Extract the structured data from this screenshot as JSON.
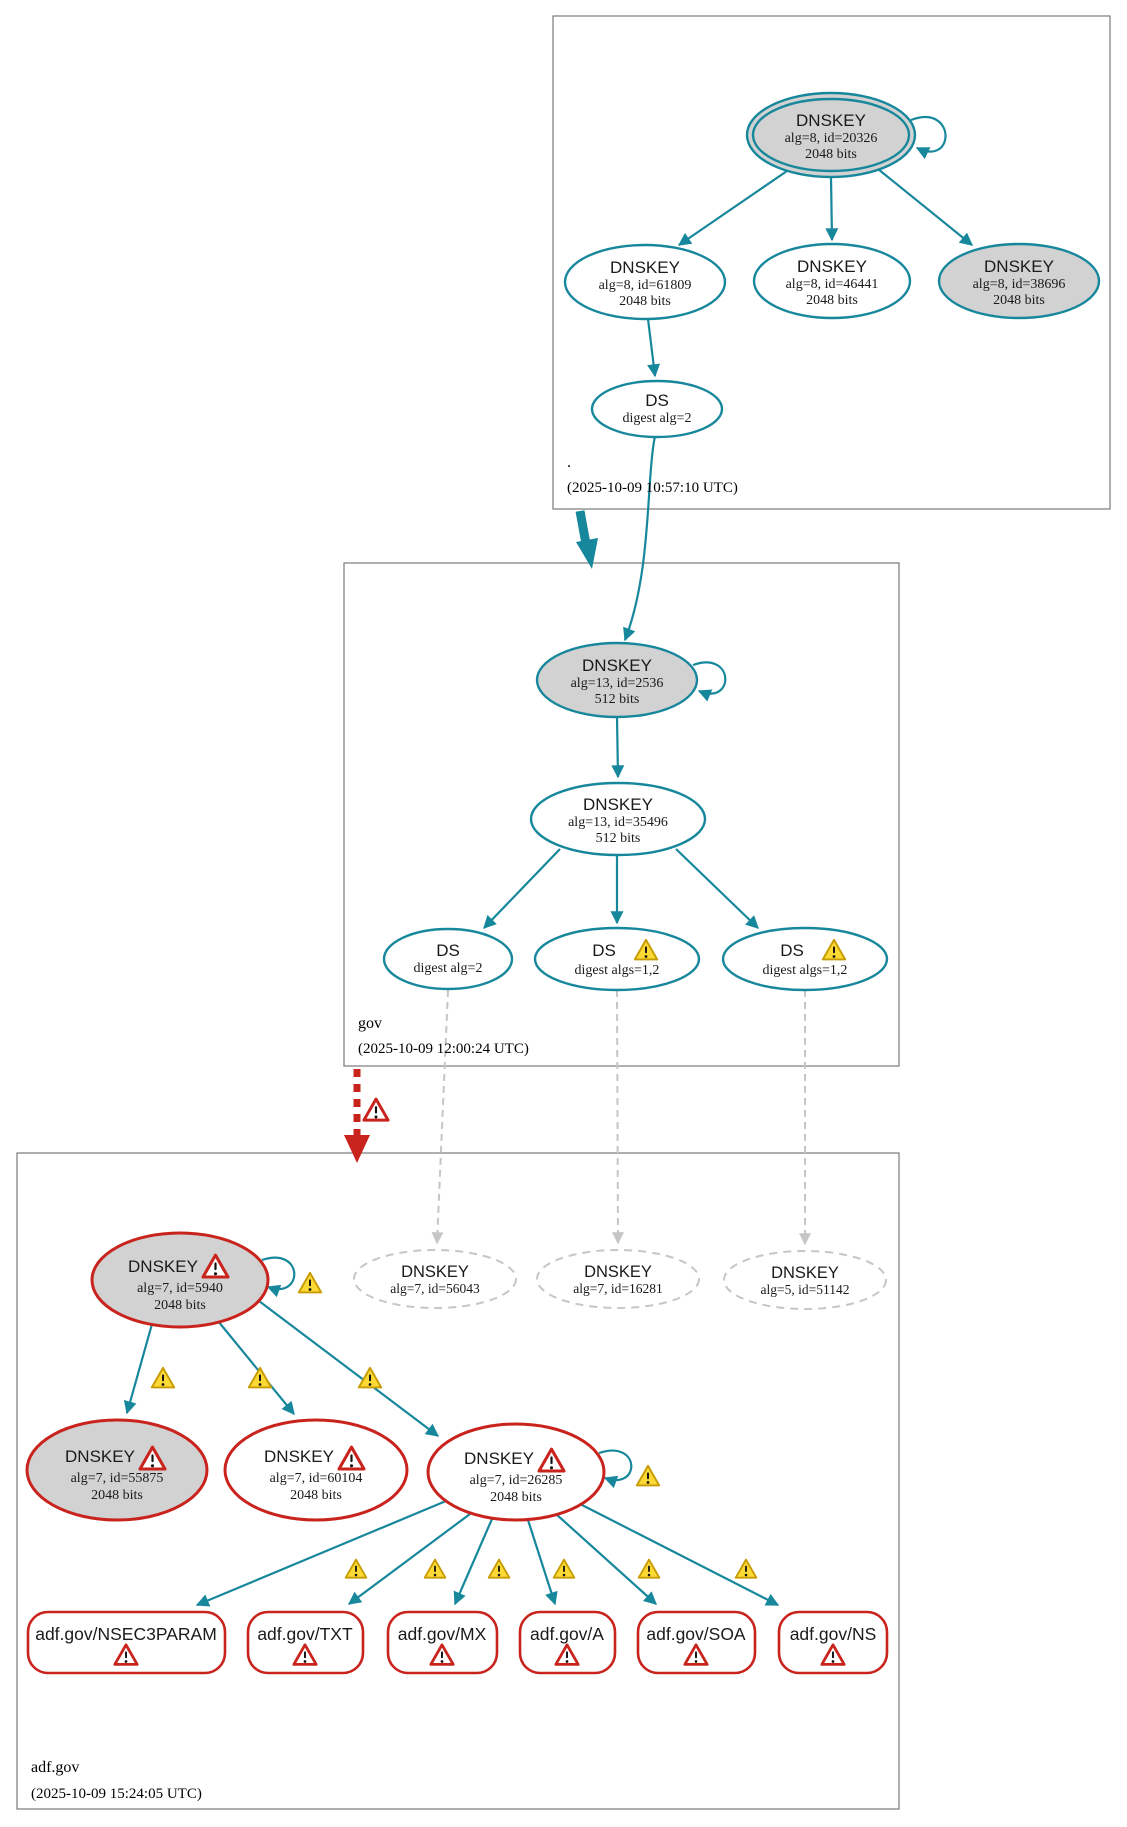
{
  "colors": {
    "teal": "#17879c",
    "red": "#c9231d",
    "gray_fill": "#d2d2d2",
    "warning_yellow": "#fcd935",
    "warning_border": "#c79b02",
    "dashed_gray": "#c6c6c6",
    "box_border": "#7a7a7a"
  },
  "zones": {
    "root": {
      "label": ".",
      "timestamp": "(2025-10-09 10:57:10 UTC)",
      "nodes": {
        "ksk": {
          "title": "DNSKEY",
          "detail1": "alg=8, id=20326",
          "detail2": "2048 bits"
        },
        "zsk1": {
          "title": "DNSKEY",
          "detail1": "alg=8, id=61809",
          "detail2": "2048 bits"
        },
        "zsk2": {
          "title": "DNSKEY",
          "detail1": "alg=8, id=46441",
          "detail2": "2048 bits"
        },
        "zsk3": {
          "title": "DNSKEY",
          "detail1": "alg=8, id=38696",
          "detail2": "2048 bits"
        },
        "ds": {
          "title": "DS",
          "detail1": "digest alg=2"
        }
      }
    },
    "gov": {
      "label": "gov",
      "timestamp": "(2025-10-09 12:00:24 UTC)",
      "nodes": {
        "ksk": {
          "title": "DNSKEY",
          "detail1": "alg=13, id=2536",
          "detail2": "512 bits"
        },
        "zsk": {
          "title": "DNSKEY",
          "detail1": "alg=13, id=35496",
          "detail2": "512 bits"
        },
        "ds1": {
          "title": "DS",
          "detail1": "digest alg=2"
        },
        "ds2": {
          "title": "DS",
          "detail1": "digest algs=1,2"
        },
        "ds3": {
          "title": "DS",
          "detail1": "digest algs=1,2"
        }
      }
    },
    "adf": {
      "label": "adf.gov",
      "timestamp": "(2025-10-09 15:24:05 UTC)",
      "nodes": {
        "ksk": {
          "title": "DNSKEY",
          "detail1": "alg=7, id=5940",
          "detail2": "2048 bits"
        },
        "ghost1": {
          "title": "DNSKEY",
          "detail1": "alg=7, id=56043"
        },
        "ghost2": {
          "title": "DNSKEY",
          "detail1": "alg=7, id=16281"
        },
        "ghost3": {
          "title": "DNSKEY",
          "detail1": "alg=5, id=51142"
        },
        "key55875": {
          "title": "DNSKEY",
          "detail1": "alg=7, id=55875",
          "detail2": "2048 bits"
        },
        "key60104": {
          "title": "DNSKEY",
          "detail1": "alg=7, id=60104",
          "detail2": "2048 bits"
        },
        "key26285": {
          "title": "DNSKEY",
          "detail1": "alg=7, id=26285",
          "detail2": "2048 bits"
        }
      },
      "rrsets": {
        "nsec3param": {
          "name": "adf.gov/NSEC3PARAM"
        },
        "txt": {
          "name": "adf.gov/TXT"
        },
        "mx": {
          "name": "adf.gov/MX"
        },
        "a": {
          "name": "adf.gov/A"
        },
        "soa": {
          "name": "adf.gov/SOA"
        },
        "ns": {
          "name": "adf.gov/NS"
        }
      }
    }
  }
}
